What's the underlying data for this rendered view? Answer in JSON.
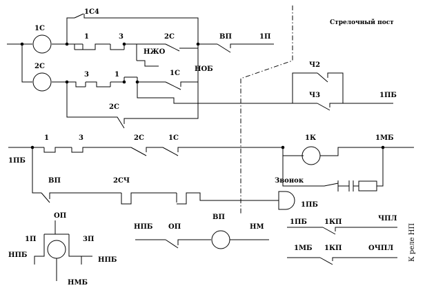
{
  "labels": {
    "post_title": "Стрелочный пост",
    "relay_1s": "1С",
    "relay_2s": "2С",
    "contact_1s4": "1С4",
    "c1_top": "1",
    "c3_top": "3",
    "c2s_top": "2С",
    "vp_top": "ВП",
    "out_1p": "1П",
    "nzho": "НЖО",
    "nob": "НОБ",
    "c3_mid": "3",
    "c1_mid": "1",
    "c1s_mid": "1С",
    "c2s_mid": "2С",
    "ch2": "Ч2",
    "ch3": "Ч3",
    "out_1pb_right": "1ПБ",
    "c1_bot": "1",
    "c3_bot": "3",
    "c2s_bot": "2С",
    "c1s_bot": "1С",
    "relay_1k": "1К",
    "out_1mb": "1МБ",
    "in_1pb": "1ПБ",
    "vp_bot": "ВП",
    "c2sch": "2СЧ",
    "zvonok": "Звонок",
    "pb_1_low": "1ПБ",
    "op_label": "ОП",
    "p1_label": "1П",
    "p3_label": "3П",
    "npb_left": "НПБ",
    "npb_right": "НПБ",
    "nmb": "НМБ",
    "npb_mid": "НПБ",
    "op_mid": "ОП",
    "vp_mid": "ВП",
    "nm": "НМ",
    "r_1pb": "1ПБ",
    "r_1kp_a": "1КП",
    "chpl": "ЧПЛ",
    "r_1mb": "1МБ",
    "r_1kp_b": "1КП",
    "ochpl": "ОЧПЛ",
    "side_note": "К реле НП"
  },
  "colors": {
    "ink": "#000000",
    "background": "#ffffff"
  }
}
